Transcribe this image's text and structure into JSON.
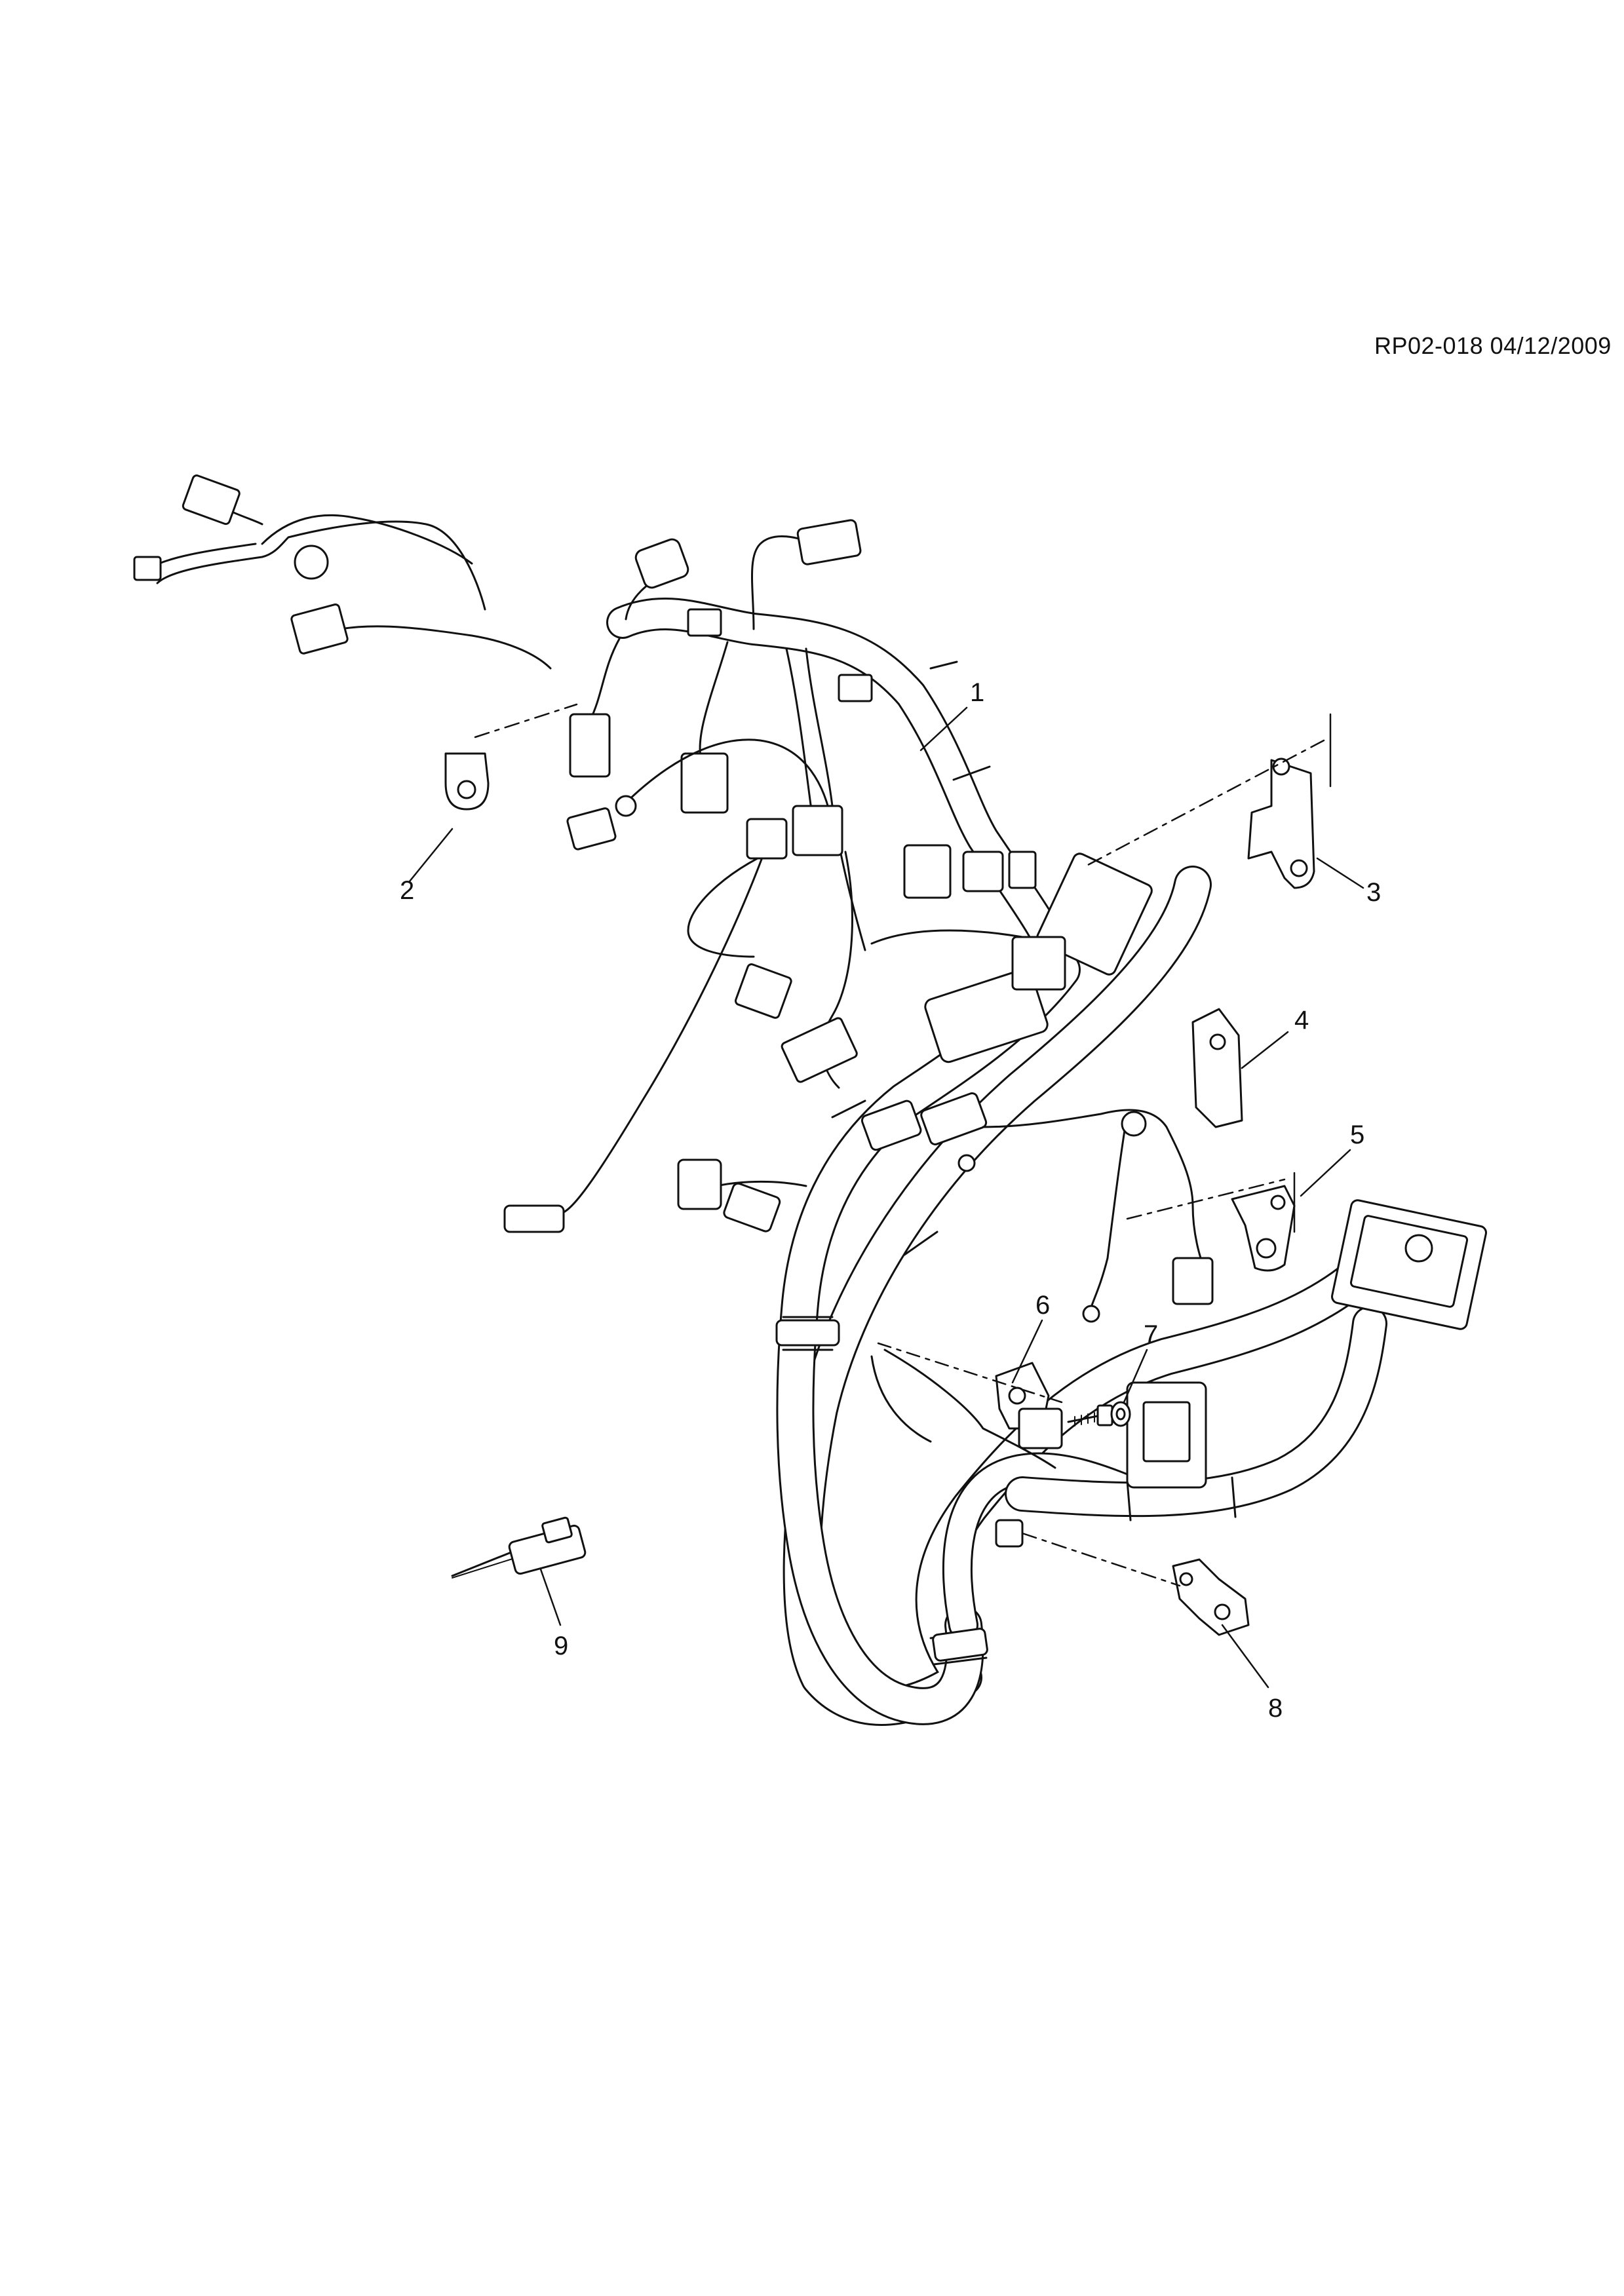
{
  "drawing": {
    "reference": "RP02-018 04/12/2009"
  },
  "callouts": [
    {
      "number": "1"
    },
    {
      "number": "2"
    },
    {
      "number": "3"
    },
    {
      "number": "4"
    },
    {
      "number": "5"
    },
    {
      "number": "6"
    },
    {
      "number": "7"
    },
    {
      "number": "8"
    },
    {
      "number": "9"
    }
  ]
}
